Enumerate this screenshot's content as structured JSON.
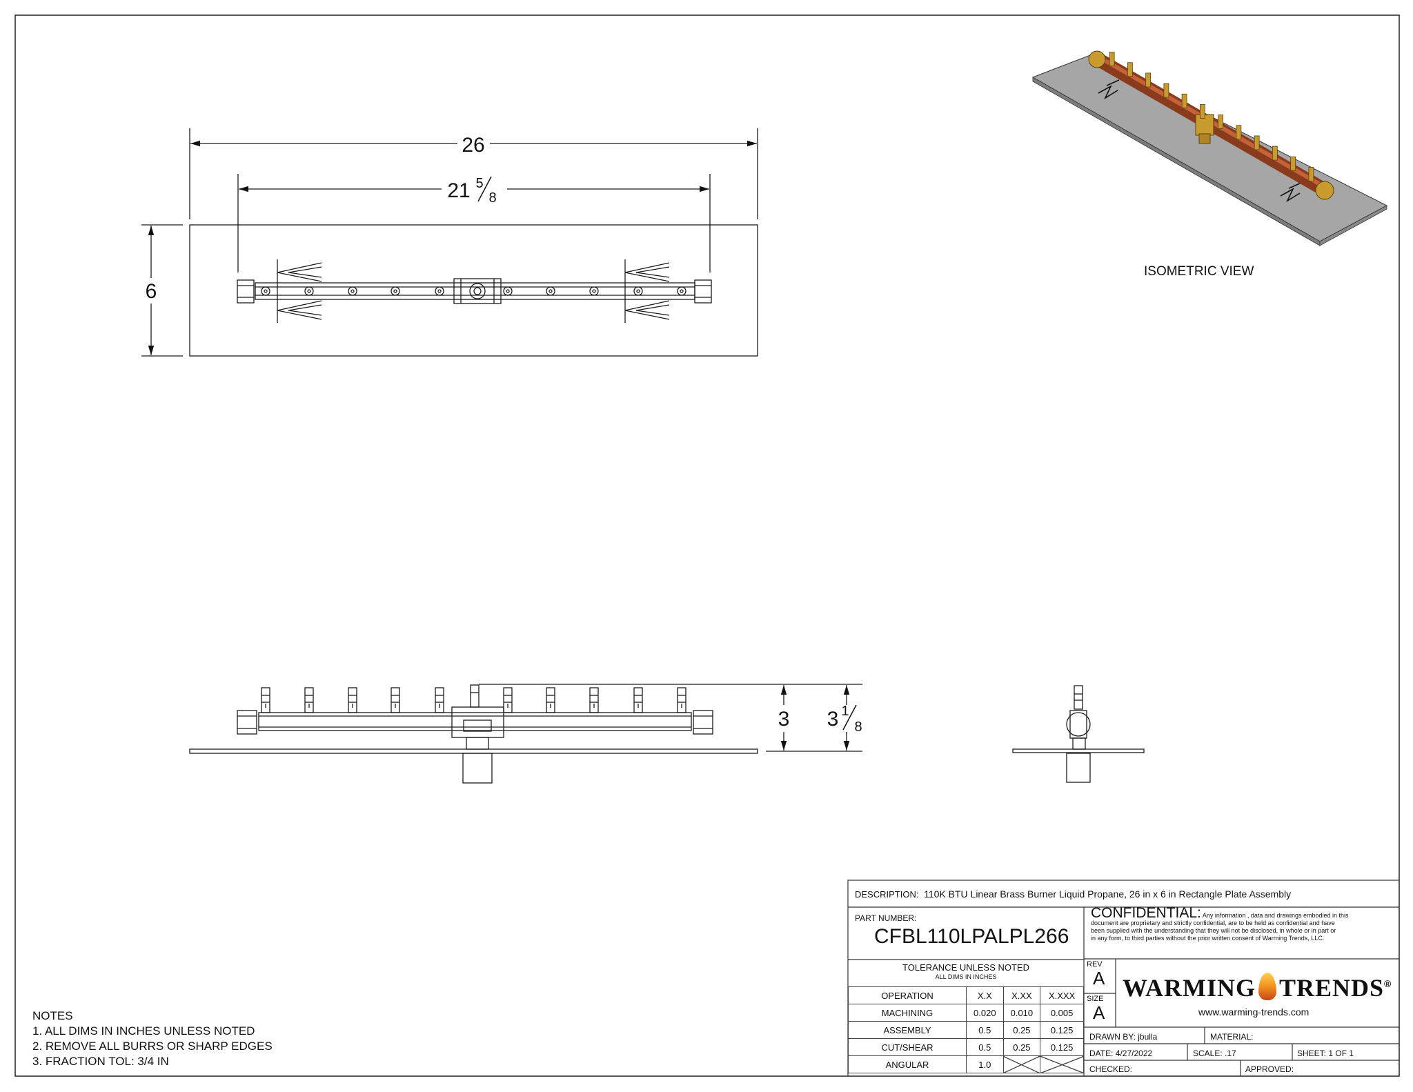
{
  "dimensions": {
    "overall_length": "26",
    "burner_length_whole": "21",
    "burner_length_num": "5",
    "burner_length_den": "8",
    "plate_width": "6",
    "burner_height": "3",
    "total_height_whole": "3",
    "total_height_num": "1",
    "total_height_den": "8"
  },
  "views": {
    "isometric_label": "ISOMETRIC VIEW"
  },
  "notes": {
    "heading": "NOTES",
    "items": [
      "1. ALL DIMS IN INCHES UNLESS NOTED",
      "2. REMOVE ALL BURRS OR SHARP EDGES",
      "3. FRACTION TOL: 3/4 IN"
    ]
  },
  "title_block": {
    "description_label": "DESCRIPTION:",
    "description": "110K BTU Linear Brass Burner Liquid Propane, 26 in x 6 in Rectangle Plate Assembly",
    "part_number_label": "PART NUMBER:",
    "part_number": "CFBL110LPALPL266",
    "confidential_heading": "CONFIDENTIAL:",
    "confidential_lead": "Any information , data and drawings embodied in this",
    "confidential_lines": [
      "document are proprietary and strictly confidential, are to be held as confidential and have",
      "been supplied with the understanding that they will not be disclosed, in whole or in part or",
      "in any form, to third parties without the prior written consent of Warming Trends, LLC."
    ],
    "tolerance_title": "TOLERANCE UNLESS NOTED",
    "tolerance_sub": "ALL DIMS IN INCHES",
    "tolerance_headers": [
      "OPERATION",
      "X.X",
      "X.XX",
      "X.XXX"
    ],
    "tolerance_rows": [
      [
        "MACHINING",
        "0.020",
        "0.010",
        "0.005"
      ],
      [
        "ASSEMBLY",
        "0.5",
        "0.25",
        "0.125"
      ],
      [
        "CUT/SHEAR",
        "0.5",
        "0.25",
        "0.125"
      ],
      [
        "ANGULAR",
        "1.0",
        "",
        ""
      ]
    ],
    "rev_label": "REV",
    "rev": "A",
    "size_label": "SIZE",
    "size": "A",
    "brand_left": "WARMING",
    "brand_right": "TRENDS",
    "registered": "®",
    "website": "www.warming-trends.com",
    "drawn_by": "DRAWN BY: jbulla",
    "material": "MATERIAL:",
    "date": "DATE:   4/27/2022",
    "scale": "SCALE:  .17",
    "sheet": "SHEET: 1   OF   1",
    "checked": "CHECKED:",
    "approved": "APPROVED:"
  },
  "colors": {
    "line": "#1a1a1a",
    "plate": "#9c9c9c",
    "pipe": "#b3502a",
    "brass": "#c99a2e"
  }
}
